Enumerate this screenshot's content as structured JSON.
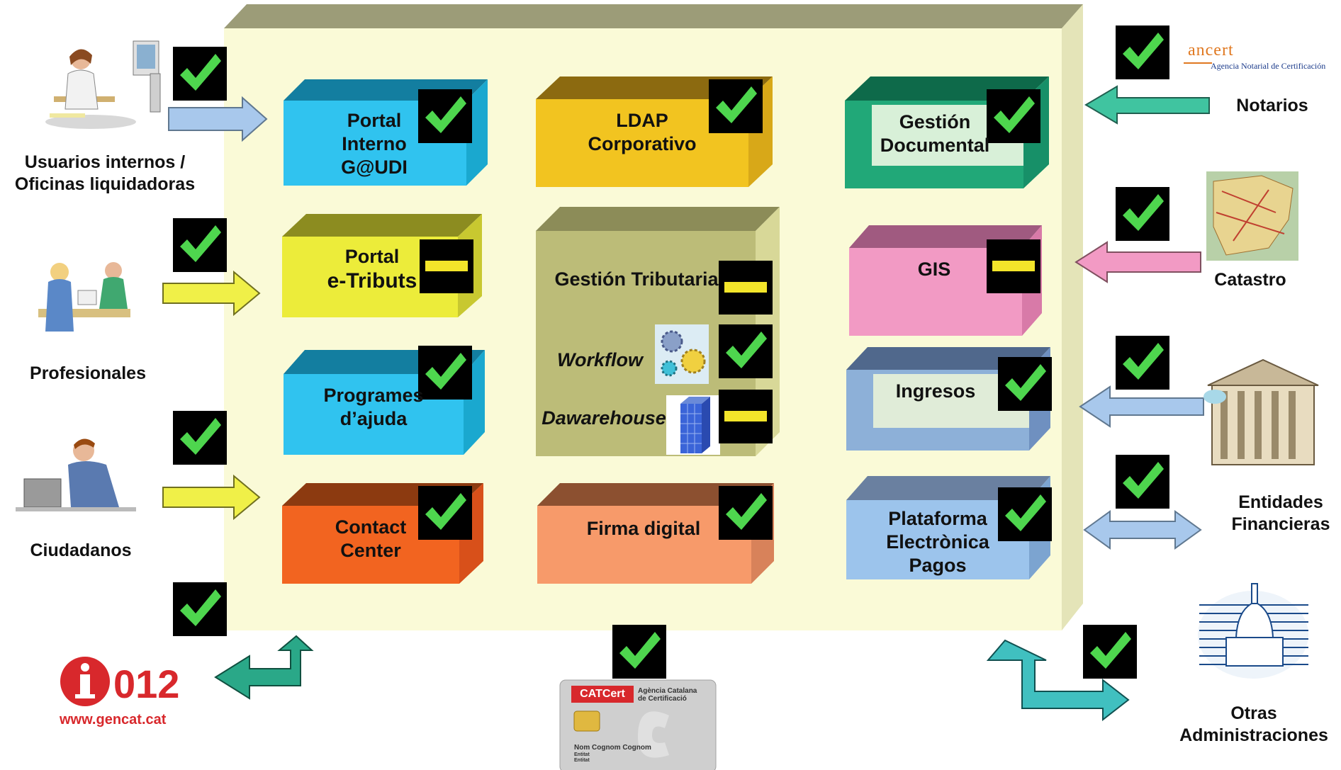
{
  "modules": {
    "portal_interno": [
      "Portal",
      "Interno",
      "G@UDI"
    ],
    "ldap": [
      "LDAP",
      "Corporativo"
    ],
    "gestion_documental": [
      "Gestión",
      "Documental"
    ],
    "portal_etributs_1": "Portal",
    "portal_etributs_2": "e-Tributs",
    "gestion_tributaria": "Gestión Tributaria",
    "workflow": "Workflow",
    "dawarehouse": "Dawarehouse",
    "gis": "GIS",
    "programes": [
      "Programes",
      "d’ajuda"
    ],
    "ingresos": "Ingresos",
    "contact_center": [
      "Contact",
      "Center"
    ],
    "firma_digital": "Firma digital",
    "plataforma": [
      "Plataforma",
      "Electrònica",
      "Pagos"
    ]
  },
  "actors": {
    "usuarios": [
      "Usuarios internos /",
      "Oficinas liquidadoras"
    ],
    "profesionales": "Profesionales",
    "ciudadanos": "Ciudadanos",
    "notarios": "Notarios",
    "catastro": "Catastro",
    "entidades": [
      "Entidades",
      "Financieras"
    ],
    "otras": [
      "Otras",
      "Administraciones"
    ]
  },
  "logos": {
    "ancert_name": "ancert",
    "ancert_sub": "Agencia Notarial de Certificación",
    "i012_number": "012",
    "i012_web": "www.gencat.cat",
    "catcert_brand": "CATCert",
    "catcert_agency_1": "Agència Catalana",
    "catcert_agency_2": "de Certificació",
    "catcert_holder": "Nom Cognom Cognom",
    "catcert_entity_1": "Entitat",
    "catcert_entity_2": "Entitat"
  },
  "status_icons": {
    "ok": "check-icon",
    "pending": "dash-icon"
  },
  "colors": {
    "platform_face": "#fafad7",
    "platform_top": "#9c9c78",
    "platform_side": "#e4e4b8",
    "blue_box": "#30c3ef",
    "yellow_box": "#f2c420",
    "green_box": "#21a878",
    "lime_box": "#ecec3a",
    "olive_box": "#bcbc78",
    "pink_box": "#f29ac4",
    "steel_box": "#8db0d8",
    "orange_box": "#f26420",
    "salmon_box": "#f79a6a",
    "light_blue_box": "#9cc4ec",
    "check_mark": "#4ed64e",
    "dash_mark": "#f3e52a"
  }
}
